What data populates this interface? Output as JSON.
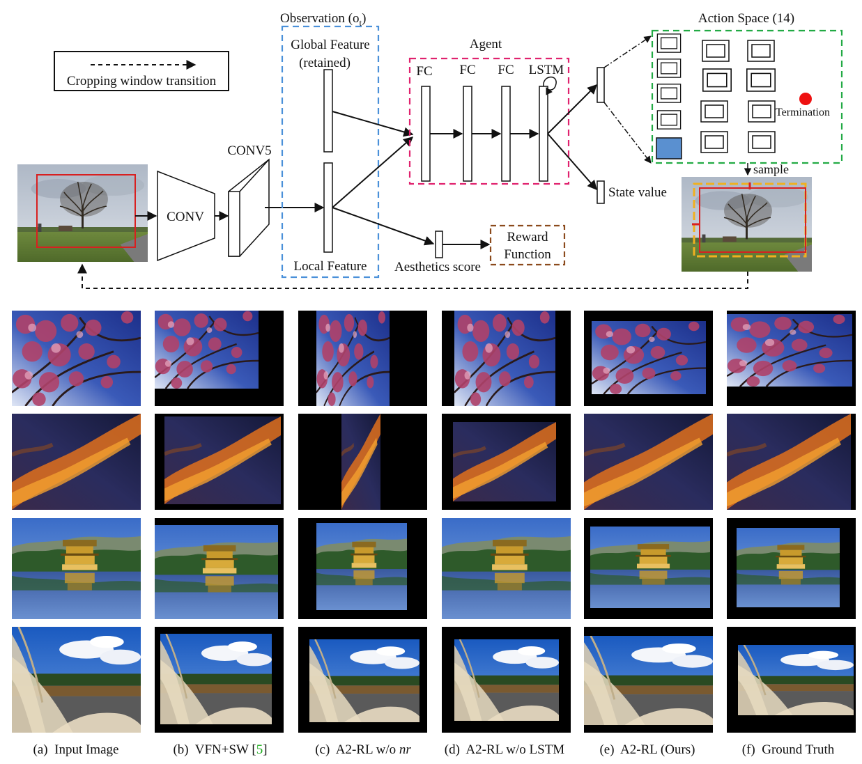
{
  "diagram": {
    "legend_label": "Cropping window transition",
    "observation_title": "Observation (o",
    "observation_sub": "t",
    "observation_close": ")",
    "global_feature": "Global Feature",
    "retained": "(retained)",
    "local_feature": "Local Feature",
    "conv": "CONV",
    "conv5": "CONV5",
    "agent": "Agent",
    "fc1": "FC",
    "fc2": "FC",
    "fc3": "FC",
    "lstm": "LSTM",
    "action_space": "Action Space (14)",
    "termination": "Termination",
    "sample": "sample",
    "state_value": "State value",
    "aesthetics_score": "Aesthetics score",
    "reward_line1": "Reward",
    "reward_line2": "Function"
  },
  "colors": {
    "observation_box": "#4a90d9",
    "agent_box": "#e0226e",
    "action_space_box": "#22aa44",
    "reward_box": "#8b4a1c",
    "crop_red": "#d82020",
    "crop_yellow": "#f0b020",
    "citation_green": "#1aaa1a"
  },
  "columns": [
    {
      "prefix": "(a)",
      "title": "Input Image"
    },
    {
      "prefix": "(b)",
      "title": "VFN+SW [",
      "ref": "5",
      "suffix": "]"
    },
    {
      "prefix": "(c)",
      "title": "A2-RL w/o ",
      "italic": "nr"
    },
    {
      "prefix": "(d)",
      "title": "A2-RL w/o LSTM"
    },
    {
      "prefix": "(e)",
      "title": "A2-RL (Ours)"
    },
    {
      "prefix": "(f)",
      "title": "Ground Truth"
    }
  ],
  "rows": [
    "cherry-blossom",
    "sunset-clouds",
    "golden-pavilion",
    "pampas-grass"
  ]
}
